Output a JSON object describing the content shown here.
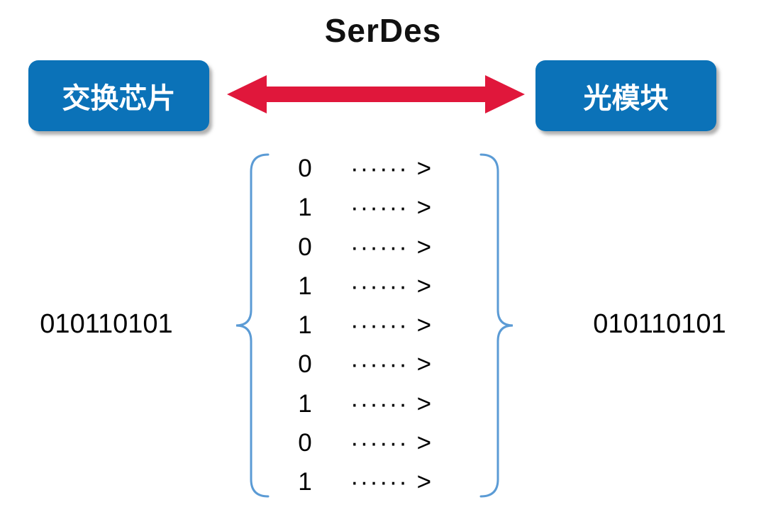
{
  "diagram": {
    "title": "SerDes",
    "left_box_label": "交换芯片",
    "right_box_label": "光模块",
    "left_value": "010110101",
    "right_value": "010110101",
    "bit_arrow": "······ >",
    "bits": [
      "0",
      "1",
      "0",
      "1",
      "1",
      "0",
      "1",
      "0",
      "1"
    ]
  },
  "colors": {
    "box_blue": "#0b72b8",
    "arrow_red": "#e0173b",
    "brace_blue": "#5b9bd5",
    "text_black": "#000000"
  }
}
